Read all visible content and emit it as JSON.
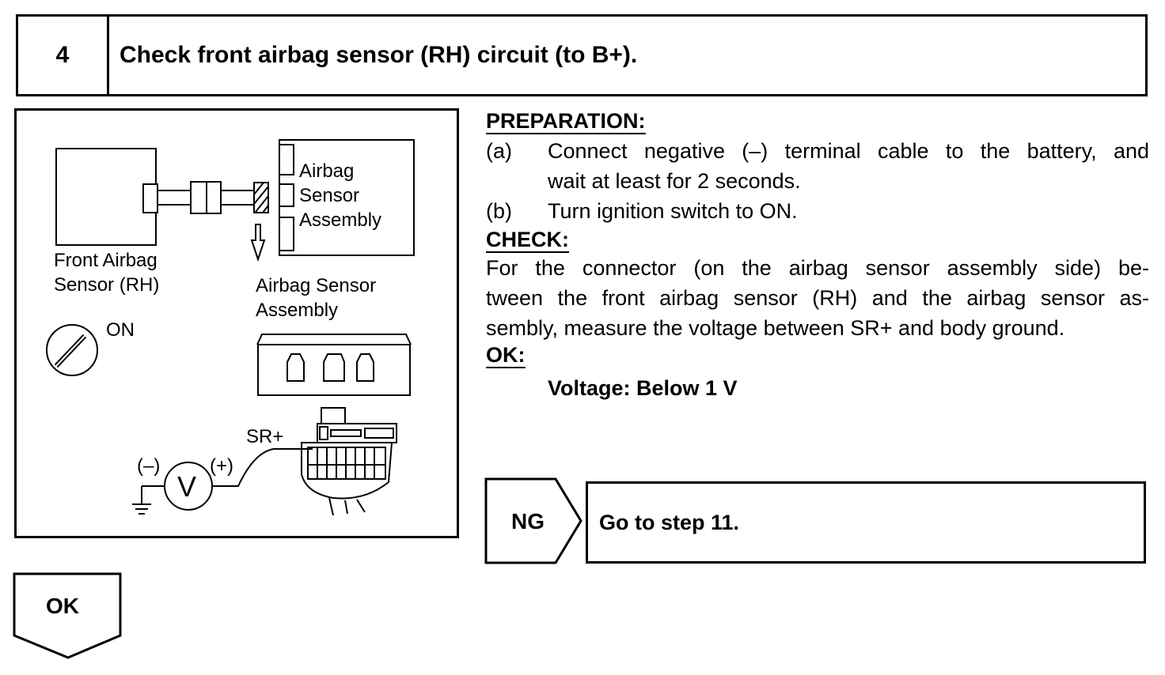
{
  "header": {
    "step_number": "4",
    "title": "Check front airbag sensor (RH) circuit (to B+)."
  },
  "figure": {
    "sensor_assembly_pins_label": [
      "Airbag",
      "Sensor",
      "Assembly"
    ],
    "front_sensor_label": [
      "Front Airbag",
      "Sensor (RH)"
    ],
    "assembly_label": [
      "Airbag Sensor",
      "Assembly"
    ],
    "ignition_label": "ON",
    "terminal_label": "SR+",
    "minus_label": "(–)",
    "plus_label": "(+)",
    "meter_label": "V"
  },
  "preparation": {
    "heading": "PREPARATION:",
    "items": [
      {
        "marker": "(a)",
        "lines": [
          "Connect negative (–) terminal cable to the battery, and",
          "wait at least for 2 seconds."
        ]
      },
      {
        "marker": "(b)",
        "lines": [
          "Turn ignition switch to ON."
        ]
      }
    ]
  },
  "check": {
    "heading": "CHECK:",
    "lines": [
      "For the connector (on the airbag sensor assembly side) be-",
      "tween the front airbag sensor (RH) and the airbag sensor as-",
      "sembly, measure the voltage between SR+ and body ground."
    ]
  },
  "ok": {
    "heading": "OK:",
    "spec": "Voltage: Below 1 V"
  },
  "ng_branch": {
    "label": "NG",
    "action": "Go to step 11."
  },
  "ok_branch": {
    "label": "OK"
  }
}
